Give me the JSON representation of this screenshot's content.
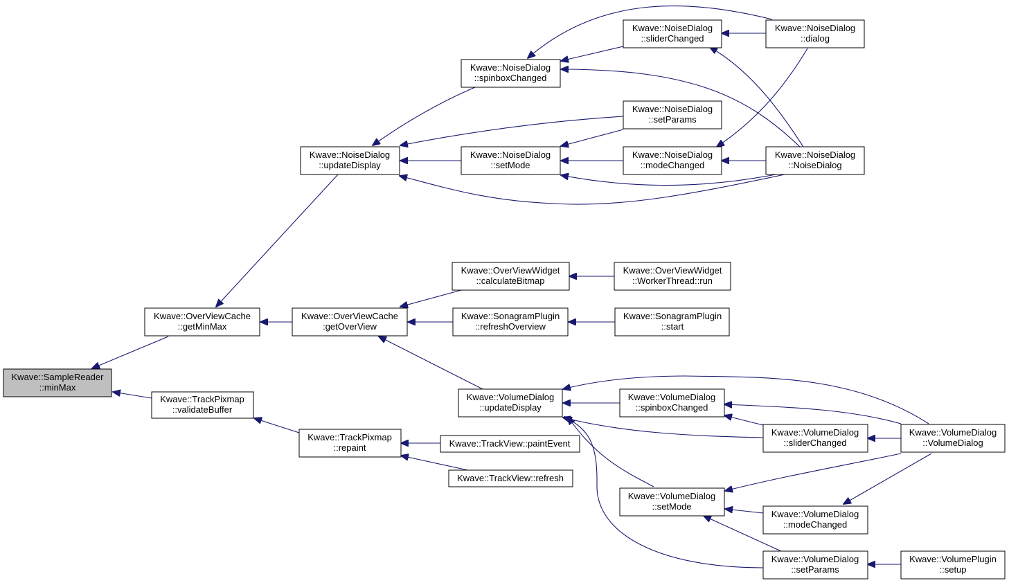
{
  "diagram": {
    "type": "call-graph",
    "edge_color": "#191970",
    "root_fill": "#bfbfbf",
    "nodes": [
      {
        "id": "n_root",
        "line1": "Kwave::SampleReader",
        "line2": "::minMax",
        "root": true
      },
      {
        "id": "n_ovc_getminmax",
        "line1": "Kwave::OverViewCache",
        "line2": "::getMinMax"
      },
      {
        "id": "n_tp_validate",
        "line1": "Kwave::TrackPixmap",
        "line2": "::validateBuffer"
      },
      {
        "id": "n_nd_update",
        "line1": "Kwave::NoiseDialog",
        "line2": "::updateDisplay"
      },
      {
        "id": "n_ovc_getoverview",
        "line1": "Kwave::OverViewCache",
        "line2": ":getOverView"
      },
      {
        "id": "n_tp_repaint",
        "line1": "Kwave::TrackPixmap",
        "line2": "::repaint"
      },
      {
        "id": "n_nd_spinbox",
        "line1": "Kwave::NoiseDialog",
        "line2": "::spinboxChanged"
      },
      {
        "id": "n_nd_setmode",
        "line1": "Kwave::NoiseDialog",
        "line2": "::setMode"
      },
      {
        "id": "n_nd_slider",
        "line1": "Kwave::NoiseDialog",
        "line2": "::sliderChanged"
      },
      {
        "id": "n_nd_setparams",
        "line1": "Kwave::NoiseDialog",
        "line2": "::setParams"
      },
      {
        "id": "n_nd_modechanged",
        "line1": "Kwave::NoiseDialog",
        "line2": "::modeChanged"
      },
      {
        "id": "n_nd_dialog",
        "line1": "Kwave::NoiseDialog",
        "line2": "::dialog"
      },
      {
        "id": "n_nd_ctor",
        "line1": "Kwave::NoiseDialog",
        "line2": "::NoiseDialog"
      },
      {
        "id": "n_ovw_calc",
        "line1": "Kwave::OverViewWidget",
        "line2": "::calculateBitmap"
      },
      {
        "id": "n_ovw_run",
        "line1": "Kwave::OverViewWidget",
        "line2": "::WorkerThread::run"
      },
      {
        "id": "n_sp_refresh",
        "line1": "Kwave::SonagramPlugin",
        "line2": "::refreshOverview"
      },
      {
        "id": "n_sp_start",
        "line1": "Kwave::SonagramPlugin",
        "line2": "::start"
      },
      {
        "id": "n_vd_update",
        "line1": "Kwave::VolumeDialog",
        "line2": "::updateDisplay"
      },
      {
        "id": "n_vd_spinbox",
        "line1": "Kwave::VolumeDialog",
        "line2": "::spinboxChanged"
      },
      {
        "id": "n_vd_slider",
        "line1": "Kwave::VolumeDialog",
        "line2": "::sliderChanged"
      },
      {
        "id": "n_vd_ctor",
        "line1": "Kwave::VolumeDialog",
        "line2": "::VolumeDialog"
      },
      {
        "id": "n_vd_setmode",
        "line1": "Kwave::VolumeDialog",
        "line2": "::setMode"
      },
      {
        "id": "n_vd_modechanged",
        "line1": "Kwave::VolumeDialog",
        "line2": "::modeChanged"
      },
      {
        "id": "n_vd_setparams",
        "line1": "Kwave::VolumeDialog",
        "line2": "::setParams"
      },
      {
        "id": "n_vp_setup",
        "line1": "Kwave::VolumePlugin",
        "line2": "::setup"
      },
      {
        "id": "n_tv_paint",
        "line1": "Kwave::TrackView::paintEvent",
        "line2": ""
      },
      {
        "id": "n_tv_refresh",
        "line1": "Kwave::TrackView::refresh",
        "line2": ""
      }
    ],
    "edges": [
      {
        "from": "n_ovc_getminmax",
        "to": "n_root"
      },
      {
        "from": "n_tp_validate",
        "to": "n_root"
      },
      {
        "from": "n_nd_update",
        "to": "n_ovc_getminmax"
      },
      {
        "from": "n_ovc_getoverview",
        "to": "n_ovc_getminmax"
      },
      {
        "from": "n_tp_repaint",
        "to": "n_tp_validate"
      },
      {
        "from": "n_nd_spinbox",
        "to": "n_nd_update"
      },
      {
        "from": "n_nd_setparams",
        "to": "n_nd_update"
      },
      {
        "from": "n_nd_setmode",
        "to": "n_nd_update"
      },
      {
        "from": "n_nd_ctor",
        "to": "n_nd_update"
      },
      {
        "from": "n_nd_slider",
        "to": "n_nd_spinbox"
      },
      {
        "from": "n_nd_dialog",
        "to": "n_nd_spinbox"
      },
      {
        "from": "n_nd_ctor",
        "to": "n_nd_spinbox"
      },
      {
        "from": "n_nd_dialog",
        "to": "n_nd_slider"
      },
      {
        "from": "n_nd_ctor",
        "to": "n_nd_slider"
      },
      {
        "from": "n_nd_setparams",
        "to": "n_nd_setmode"
      },
      {
        "from": "n_nd_modechanged",
        "to": "n_nd_setmode"
      },
      {
        "from": "n_nd_ctor",
        "to": "n_nd_setmode"
      },
      {
        "from": "n_nd_ctor",
        "to": "n_nd_modechanged"
      },
      {
        "from": "n_nd_dialog",
        "to": "n_nd_modechanged"
      },
      {
        "from": "n_ovw_calc",
        "to": "n_ovc_getoverview"
      },
      {
        "from": "n_sp_refresh",
        "to": "n_ovc_getoverview"
      },
      {
        "from": "n_vd_update",
        "to": "n_ovc_getoverview"
      },
      {
        "from": "n_ovw_run",
        "to": "n_ovw_calc"
      },
      {
        "from": "n_sp_start",
        "to": "n_sp_refresh"
      },
      {
        "from": "n_vd_spinbox",
        "to": "n_vd_update"
      },
      {
        "from": "n_vd_ctor",
        "to": "n_vd_update"
      },
      {
        "from": "n_vd_slider",
        "to": "n_vd_update"
      },
      {
        "from": "n_vd_setmode",
        "to": "n_vd_update"
      },
      {
        "from": "n_vd_setparams",
        "to": "n_vd_update"
      },
      {
        "from": "n_vd_slider",
        "to": "n_vd_spinbox"
      },
      {
        "from": "n_vd_ctor",
        "to": "n_vd_spinbox"
      },
      {
        "from": "n_vd_ctor",
        "to": "n_vd_slider"
      },
      {
        "from": "n_vd_ctor",
        "to": "n_vd_setmode"
      },
      {
        "from": "n_vd_modechanged",
        "to": "n_vd_setmode"
      },
      {
        "from": "n_vd_setparams",
        "to": "n_vd_setmode"
      },
      {
        "from": "n_vd_ctor",
        "to": "n_vd_modechanged"
      },
      {
        "from": "n_vp_setup",
        "to": "n_vd_setparams"
      },
      {
        "from": "n_tv_paint",
        "to": "n_tp_repaint"
      },
      {
        "from": "n_tv_refresh",
        "to": "n_tp_repaint"
      }
    ]
  }
}
